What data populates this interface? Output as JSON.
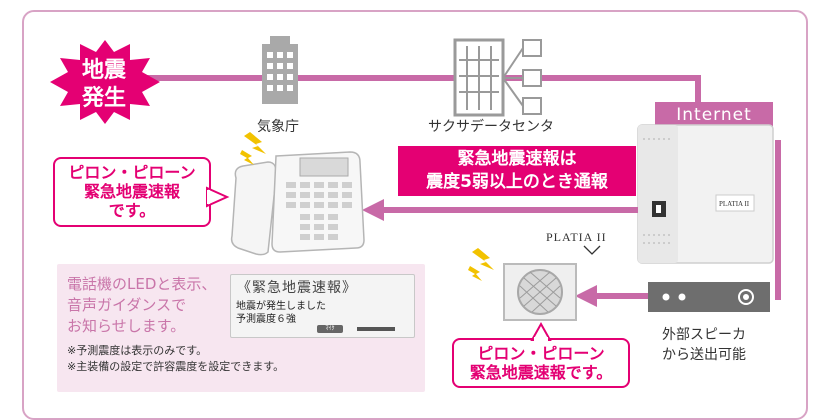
{
  "badge": {
    "line1": "地震",
    "line2": "発生"
  },
  "agency_label": "気象庁",
  "datacenter_label": "サクサデータセンタ",
  "internet_label": "Internet",
  "alert_box": {
    "line1": "緊急地震速報は",
    "line2": "震度5弱以上のとき通報"
  },
  "phone_bubble": {
    "line1": "ピロン・ピローン",
    "line2": "緊急地震速報",
    "line3": "です。"
  },
  "speaker_bubble": {
    "line1": "ピロン・ピローン",
    "line2": "緊急地震速報です。"
  },
  "product_logo": "PLATIA II",
  "speaker_label": {
    "line1": "外部スピーカ",
    "line2": "から送出可能"
  },
  "note": {
    "line1": "電話機のLEDと表示、",
    "line2": "音声ガイダンスで",
    "line3": "お知らせします。",
    "small1": "※予測震度は表示のみです。",
    "small2": "※主装備の設定で許容震度を設定できます。"
  },
  "lcd": {
    "title": "《緊急地震速報》",
    "line1": "地震が発生しました",
    "line2": "予測震度６強",
    "key": "ﾏｲｸ"
  },
  "colors": {
    "accent": "#e40073",
    "line": "#c86aa7",
    "border": "#d8a3c5",
    "note_bg": "#f7e6f0"
  }
}
